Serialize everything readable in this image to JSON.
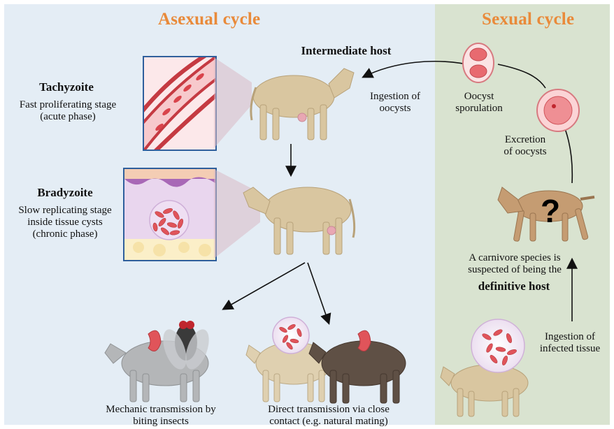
{
  "asexual": {
    "title": "Asexual cycle",
    "intermediate_host": "Intermediate host",
    "ingestion_oocysts": [
      "Ingestion of",
      "oocysts"
    ],
    "tachyzoite": {
      "title": "Tachyzoite",
      "desc": [
        "Fast proliferating stage",
        "(acute phase)"
      ]
    },
    "bradyzoite": {
      "title": "Bradyzoite",
      "desc": [
        "Slow replicating stage",
        "inside tissue cysts",
        "(chronic phase)"
      ]
    },
    "mechanic": [
      "Mechanic transmission by",
      "biting insects"
    ],
    "direct": [
      "Direct transmission via close",
      "contact (e.g. natural mating)"
    ]
  },
  "sexual": {
    "title": "Sexual cycle",
    "oocyst_sporulation": [
      "Oocyst",
      "sporulation"
    ],
    "excretion": [
      "Excretion",
      "of oocysts"
    ],
    "carnivore": [
      "A carnivore species is",
      "suspected of being the"
    ],
    "definitive_host": "definitive host",
    "ingestion_tissue": [
      "Ingestion of",
      "infected tissue"
    ],
    "question_mark": "?"
  },
  "colors": {
    "accent": "#e98a3a",
    "asexual_bg": "#e4edf5",
    "sexual_bg": "#d9e3d0",
    "box_border": "#2f5f9c",
    "parasite": "#e0545a",
    "cow": "#d9c6a0"
  }
}
